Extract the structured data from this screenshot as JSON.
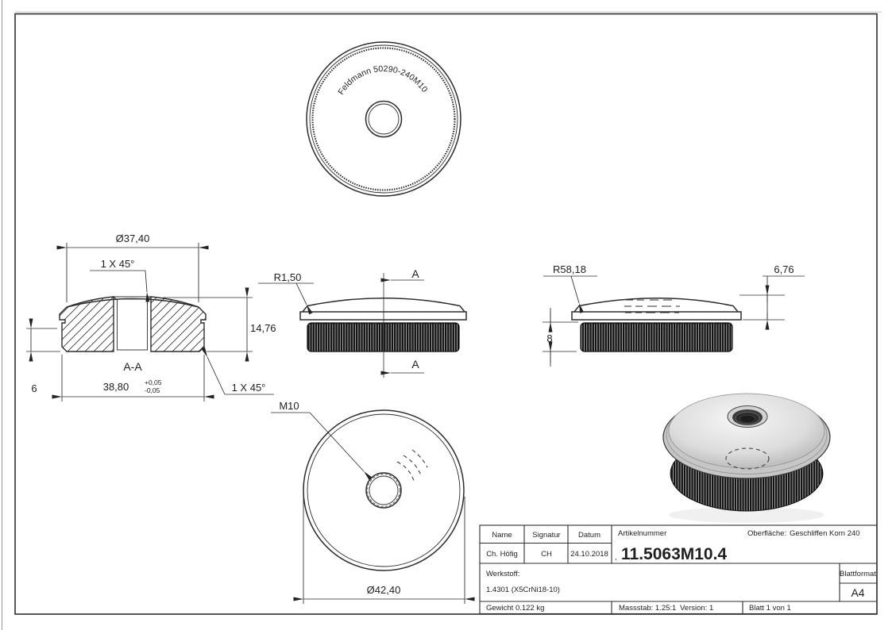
{
  "views": {
    "top": {
      "engraving": "Feldmann 50290-240M10"
    },
    "section": {
      "label": "A-A",
      "dia_top": "Ø37,40",
      "chamfer_top": "1 X 45°",
      "height_total": "14,76",
      "height_base": "6",
      "dia_body": "38,80",
      "tol_plus": "+0,05",
      "tol_minus": "-0,05",
      "chamfer_bottom": "1 X 45°"
    },
    "front": {
      "radius_edge": "R1,50",
      "cut_label_top": "A",
      "cut_label_bottom": "A"
    },
    "side": {
      "radius_dome": "R58,18",
      "height_dome": "6,76",
      "height_knurl": "8"
    },
    "bottom": {
      "thread_label": "M10",
      "dia_outer": "Ø42,40"
    }
  },
  "title_block": {
    "name_label": "Name",
    "signatur_label": "Signatur",
    "datum_label": "Datum",
    "artikelnummer_label": "Artikelnummer",
    "oberflaeche_label": "Oberfläche:",
    "oberflaeche_value": "Geschliffen Korn 240",
    "name_value": "Ch. Höfig",
    "signatur_value": "CH",
    "datum_value": "24.10.2018",
    "artikelnummer_prefix": ",",
    "artikelnummer_value": "11.5063M10.4",
    "werkstoff_label": "Werkstoff:",
    "werkstoff_value": "1.4301 (X5CrNi18-10)",
    "blattformat_label": "Blattformat",
    "blattformat_value": "A4",
    "gewicht": "Gewicht 0.122 kg",
    "massstab": "Massstab: 1.25:1",
    "version": "Version: 1",
    "blatt": "Blatt 1 von 1"
  }
}
